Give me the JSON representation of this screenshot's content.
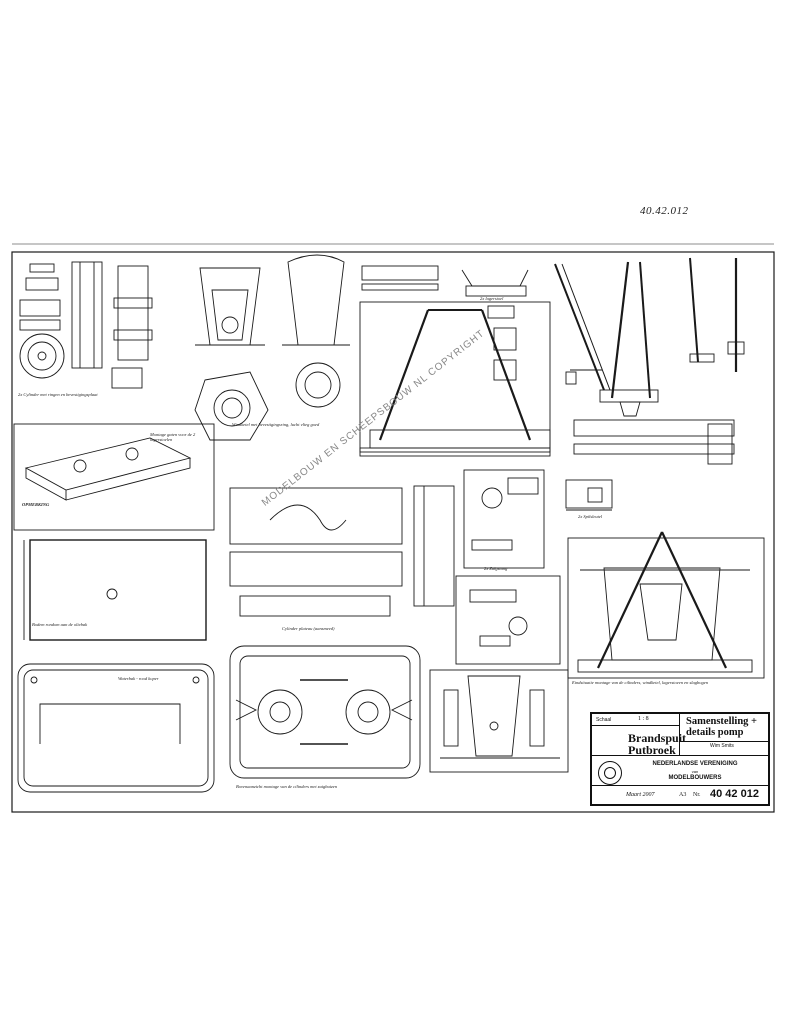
{
  "document": {
    "handwritten_ref": "40.42.012",
    "watermark": "MODELBOUW EN SCHEEPSBOUW NL COPYRIGHT",
    "title_block": {
      "scale_label": "Schaal",
      "scale_value": "1 : 8",
      "model_name_line1": "Brandspuit",
      "model_name_line2": "Putbroek",
      "drawing_title_line1": "Samenstelling +",
      "drawing_title_line2": "details pomp",
      "author": "Wim Smits",
      "org_line1": "NEDERLANDSE VERENIGING",
      "org_line2": "van",
      "org_line3": "MODELBOUWERS",
      "date": "Maart 2007",
      "format": "A3",
      "nr_label": "Nr.",
      "drawing_number": "40 42 012"
    },
    "notes": {
      "cylinder": "2x Cylinder met ringen en bevestigingsplaat",
      "montage": "Montage gaten voor de 2 lagerstoelen",
      "opmerking": "OPMERKING",
      "bodem": "Bodem rondom aan de oliebak",
      "bovenaanzicht": "Bovenaanzicht montage van de cilinders met zuigbuizen",
      "cylinder_plateau": "Cylinder plateau (aansmeed)",
      "windketel": "Windketel met bevestigingsring, lucht vlieg goed",
      "zuigstang": "2x Zuigstang",
      "spilsleutel": "2x Spilsleutel",
      "lagerstoel": "2x lagerstoel",
      "waterbak": "Waterbak - rood koper",
      "eind": "Eindsituatie montage van de cilinders, windketel, lagerstoeen en slagbogen"
    }
  }
}
